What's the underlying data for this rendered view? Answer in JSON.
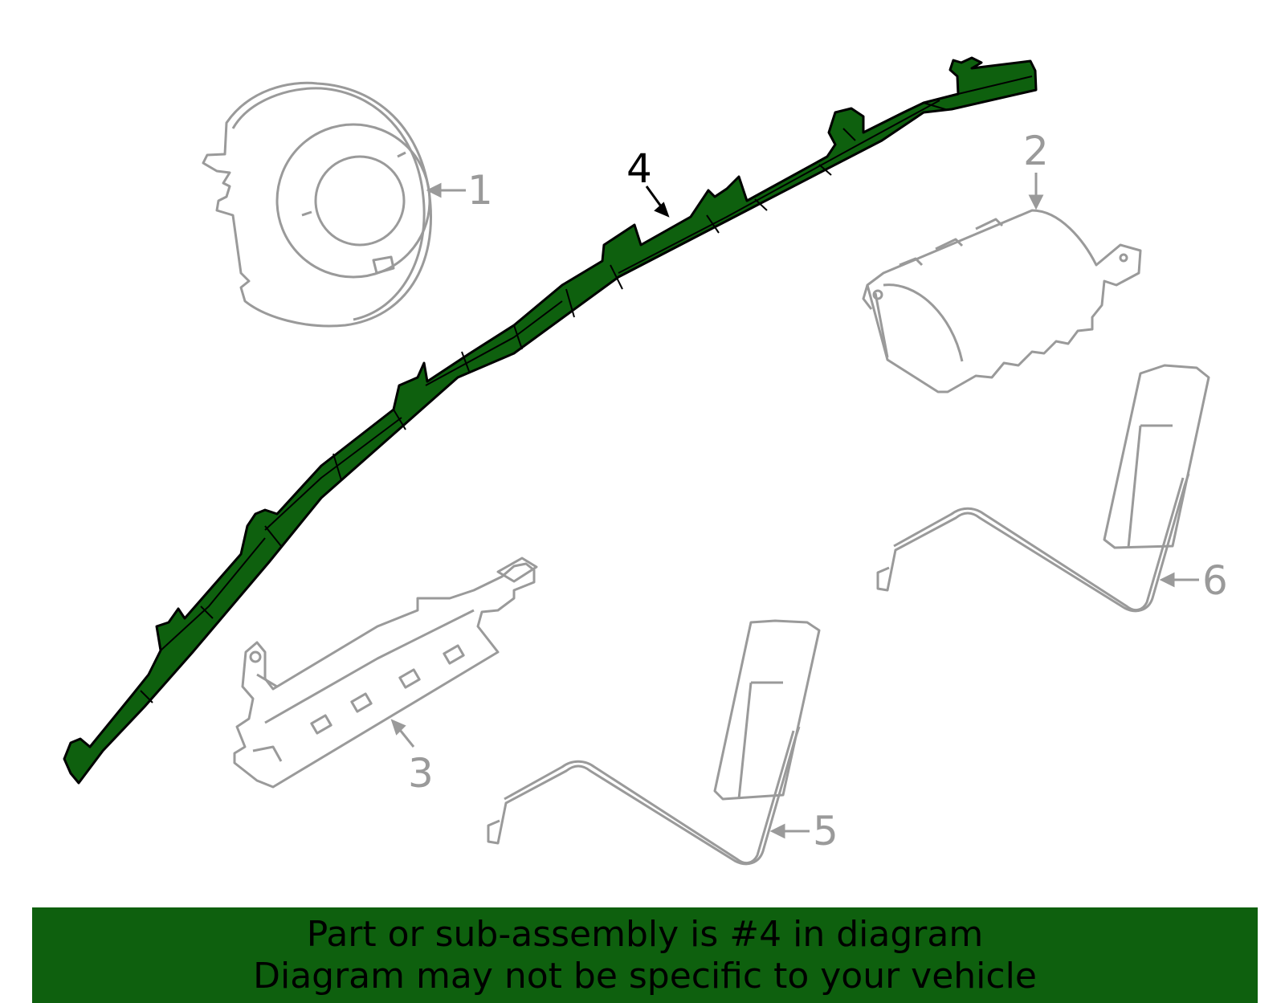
{
  "colors": {
    "highlight": "#0e600e",
    "line_gray": "#9a9a9a",
    "outline_black": "#000000",
    "background": "#ffffff"
  },
  "callouts": {
    "c1": "1",
    "c2": "2",
    "c3": "3",
    "c4": "4",
    "c5": "5",
    "c6": "6"
  },
  "highlighted_part": "4",
  "banner": {
    "line1": "Part or sub-assembly is #4 in diagram",
    "line2": "Diagram may not be specific to your vehicle"
  }
}
